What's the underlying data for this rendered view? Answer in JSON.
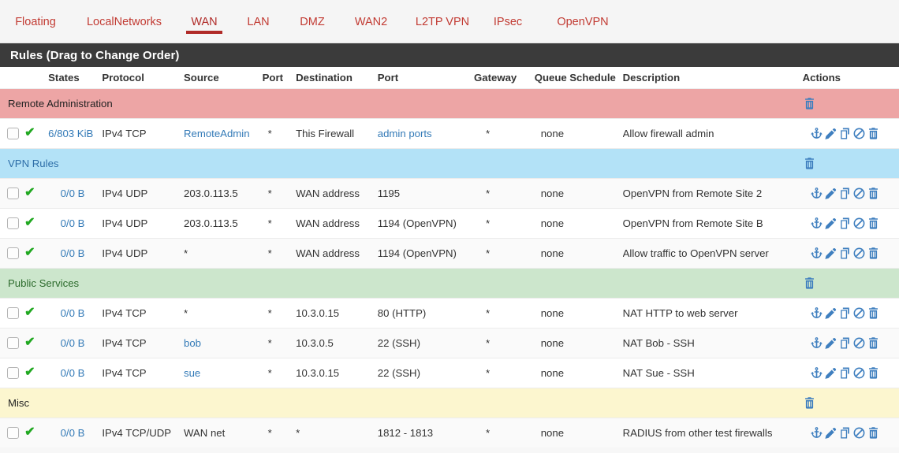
{
  "tabs": [
    {
      "label": "Floating",
      "active": false
    },
    {
      "label": "LocalNetworks",
      "active": false
    },
    {
      "label": "WAN",
      "active": true
    },
    {
      "label": "LAN",
      "active": false
    },
    {
      "label": "DMZ",
      "active": false
    },
    {
      "label": "WAN2",
      "active": false
    },
    {
      "label": "L2TP VPN",
      "active": false
    },
    {
      "label": "IPsec",
      "active": false
    },
    {
      "label": "OpenVPN",
      "active": false
    }
  ],
  "panel": {
    "title": "Rules (Drag to Change Order)"
  },
  "columns": {
    "checkbox": "",
    "status": "",
    "states": "States",
    "protocol": "Protocol",
    "source": "Source",
    "source_port": "Port",
    "destination": "Destination",
    "dest_port": "Port",
    "gateway": "Gateway",
    "queue": "Queue",
    "schedule": "Schedule",
    "description": "Description",
    "actions": "Actions"
  },
  "colors": {
    "accent_red": "#b02b28",
    "link_blue": "#337ab7",
    "icon_blue": "#3f7fbf",
    "check_green": "#21a821",
    "panel_header_bg": "#3b3b3b",
    "section_red": "#eda5a5",
    "section_blue": "#b3e2f7",
    "section_green": "#cce6cc",
    "section_yellow": "#fcf6cf"
  },
  "icons": {
    "separator": "separator-icon",
    "edit": "pencil-icon",
    "copy": "copy-icon",
    "disable": "ban-icon",
    "delete": "trash-icon",
    "section_delete": "trash-icon",
    "status_pass": "green-check-icon"
  },
  "sections": [
    {
      "name": "Remote Administration",
      "color": "red",
      "rows": [
        {
          "checked": false,
          "status": "pass",
          "states": "6/803 KiB",
          "states_link": true,
          "protocol": "IPv4 TCP",
          "source": "RemoteAdmin",
          "source_link": true,
          "source_port": "*",
          "destination": "This Firewall",
          "destination_link": false,
          "dest_port": "admin ports",
          "dest_port_link": true,
          "gateway": "*",
          "queue": "none",
          "schedule": "",
          "description": "Allow firewall admin"
        }
      ]
    },
    {
      "name": "VPN Rules",
      "color": "blue",
      "rows": [
        {
          "checked": false,
          "status": "pass",
          "states": "0/0 B",
          "states_link": true,
          "protocol": "IPv4 UDP",
          "source": "203.0.113.5",
          "source_link": false,
          "source_port": "*",
          "destination": "WAN address",
          "destination_link": false,
          "dest_port": "1195",
          "dest_port_link": false,
          "gateway": "*",
          "queue": "none",
          "schedule": "",
          "description": "OpenVPN from Remote Site 2"
        },
        {
          "checked": false,
          "status": "pass",
          "states": "0/0 B",
          "states_link": true,
          "protocol": "IPv4 UDP",
          "source": "203.0.113.5",
          "source_link": false,
          "source_port": "*",
          "destination": "WAN address",
          "destination_link": false,
          "dest_port": "1194 (OpenVPN)",
          "dest_port_link": false,
          "gateway": "*",
          "queue": "none",
          "schedule": "",
          "description": "OpenVPN from Remote Site B"
        },
        {
          "checked": false,
          "status": "pass",
          "states": "0/0 B",
          "states_link": true,
          "protocol": "IPv4 UDP",
          "source": "*",
          "source_link": false,
          "source_port": "*",
          "destination": "WAN address",
          "destination_link": false,
          "dest_port": "1194 (OpenVPN)",
          "dest_port_link": false,
          "gateway": "*",
          "queue": "none",
          "schedule": "",
          "description": "Allow traffic to OpenVPN server"
        }
      ]
    },
    {
      "name": "Public Services",
      "color": "green",
      "rows": [
        {
          "checked": false,
          "status": "pass",
          "states": "0/0 B",
          "states_link": true,
          "protocol": "IPv4 TCP",
          "source": "*",
          "source_link": false,
          "source_port": "*",
          "destination": "10.3.0.15",
          "destination_link": false,
          "dest_port": "80 (HTTP)",
          "dest_port_link": false,
          "gateway": "*",
          "queue": "none",
          "schedule": "",
          "description": "NAT HTTP to web server"
        },
        {
          "checked": false,
          "status": "pass",
          "states": "0/0 B",
          "states_link": true,
          "protocol": "IPv4 TCP",
          "source": "bob",
          "source_link": true,
          "source_port": "*",
          "destination": "10.3.0.5",
          "destination_link": false,
          "dest_port": "22 (SSH)",
          "dest_port_link": false,
          "gateway": "*",
          "queue": "none",
          "schedule": "",
          "description": "NAT Bob - SSH"
        },
        {
          "checked": false,
          "status": "pass",
          "states": "0/0 B",
          "states_link": true,
          "protocol": "IPv4 TCP",
          "source": "sue",
          "source_link": true,
          "source_port": "*",
          "destination": "10.3.0.15",
          "destination_link": false,
          "dest_port": "22 (SSH)",
          "dest_port_link": false,
          "gateway": "*",
          "queue": "none",
          "schedule": "",
          "description": "NAT Sue - SSH"
        }
      ]
    },
    {
      "name": "Misc",
      "color": "yellow",
      "rows": [
        {
          "checked": false,
          "status": "pass",
          "states": "0/0 B",
          "states_link": true,
          "protocol": "IPv4 TCP/UDP",
          "source": "WAN net",
          "source_link": false,
          "source_port": "*",
          "destination": "*",
          "destination_link": false,
          "dest_port": "1812 - 1813",
          "dest_port_link": false,
          "gateway": "*",
          "queue": "none",
          "schedule": "",
          "description": "RADIUS from other test firewalls"
        }
      ]
    }
  ]
}
